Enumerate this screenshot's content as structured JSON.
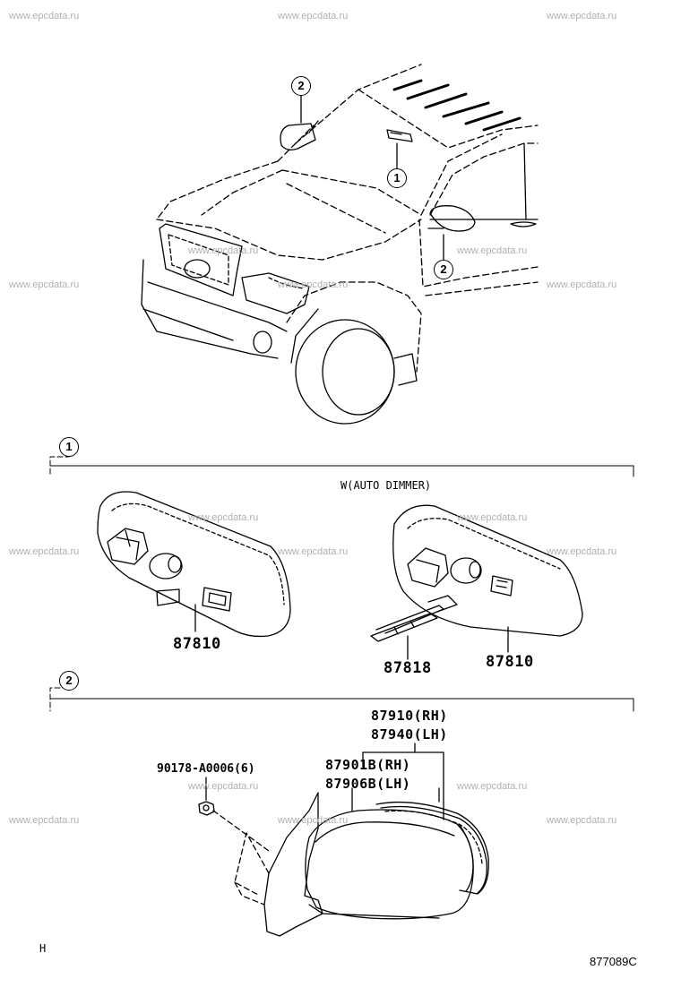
{
  "watermark": "www.epcdata.ru",
  "callouts": {
    "one": "1",
    "two": "2"
  },
  "section1": {
    "condition": "W(AUTO DIMMER)",
    "part_left": "87810",
    "part_bracket": "87818",
    "part_right": "87810"
  },
  "section2": {
    "assy_rh": "87910(RH)",
    "assy_lh": "87940(LH)",
    "cover_rh": "87901B(RH)",
    "cover_lh": "87906B(LH)",
    "nut": "90178-A0006(6)"
  },
  "footer": {
    "corner_mark": "H",
    "illustration_code": "877089C"
  }
}
